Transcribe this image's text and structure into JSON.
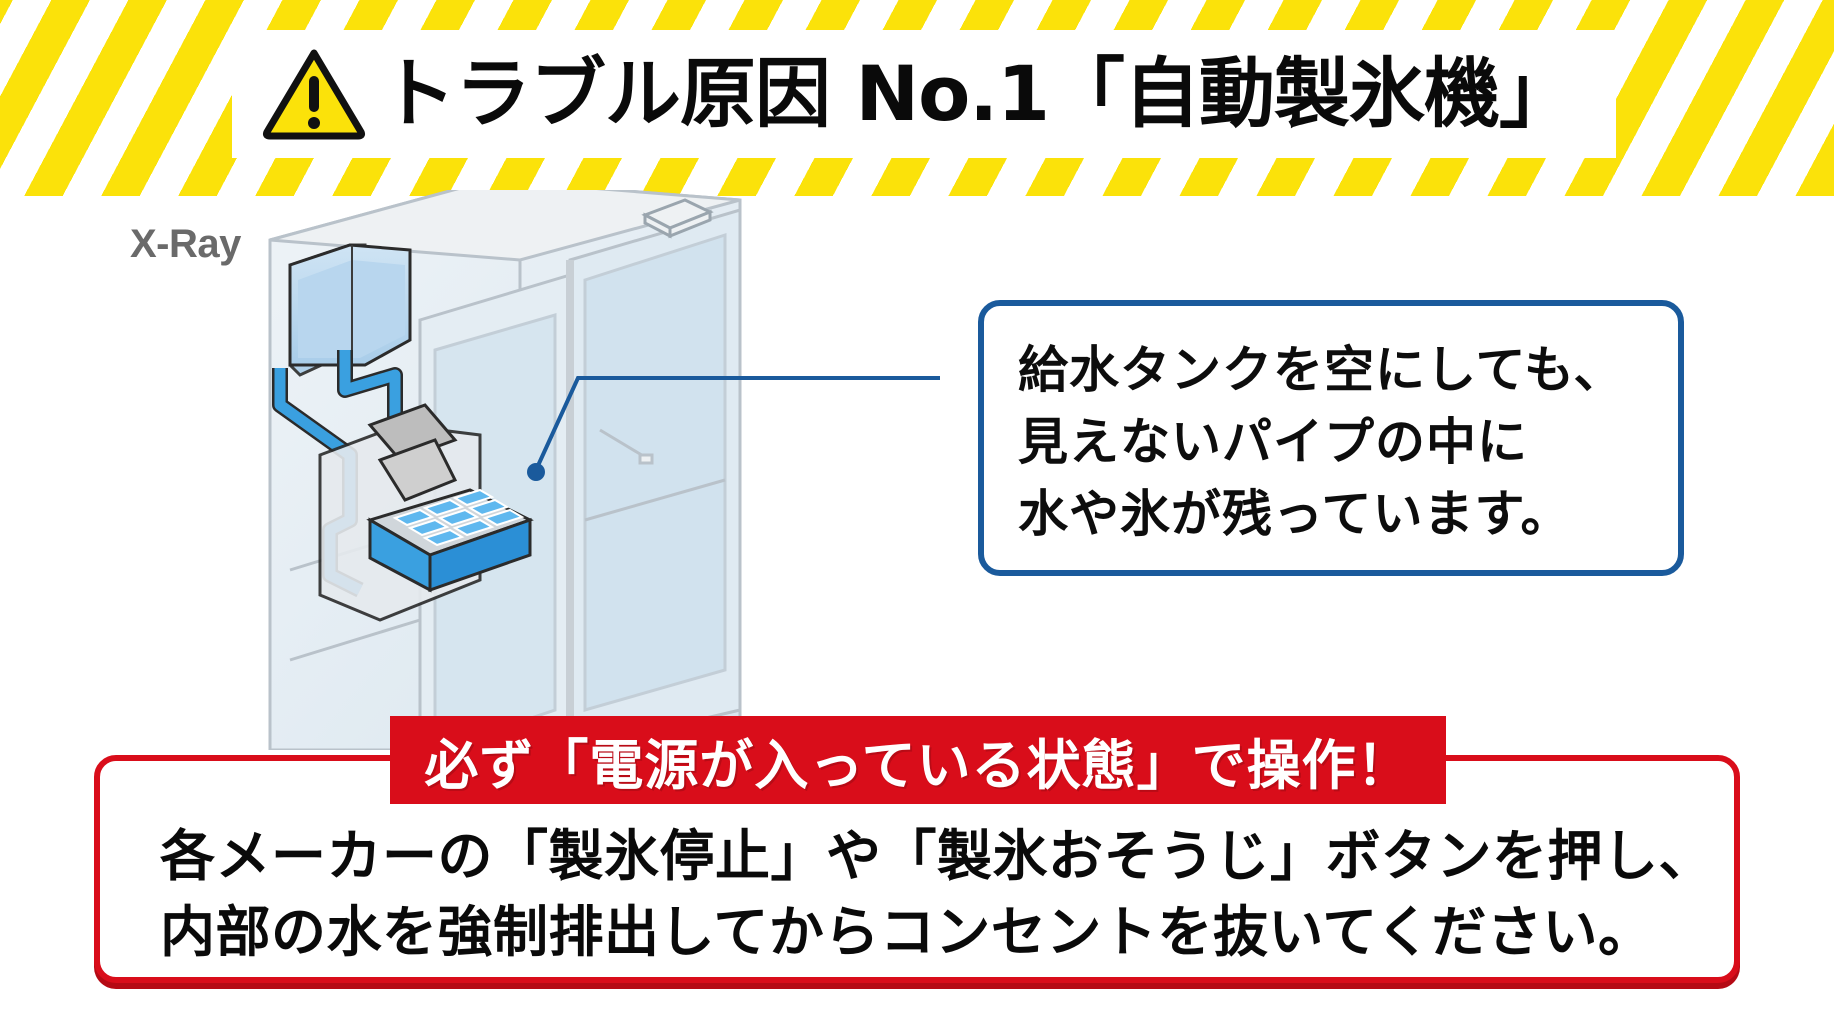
{
  "header": {
    "warning_icon": "warning-triangle-icon",
    "title": "トラブル原因 No.1「自動製氷機」",
    "stripe_color": "#fbe20a"
  },
  "illustration": {
    "label": "X-Ray",
    "subject": "refrigerator-ice-maker-cutaway",
    "parts": [
      "water-supply-tank",
      "water-pipe",
      "ice-maker-unit",
      "ice-tray",
      "ice-storage-bin"
    ],
    "water_color": "#3aa0e0",
    "pointer_color": "#1a5a9c"
  },
  "callout": {
    "border_color": "#1a5a9c",
    "lines": [
      "給水タンクを空にしても、",
      "見えないパイプの中に",
      "水や氷が残っています。"
    ]
  },
  "instruction": {
    "accent_color": "#d90d1a",
    "banner": "必ず「電源が入っている状態」で操作！",
    "lines": [
      "各メーカーの「製氷停止」や「製氷おそうじ」ボタンを押し、",
      "内部の水を強制排出してからコンセントを抜いてください。"
    ]
  }
}
